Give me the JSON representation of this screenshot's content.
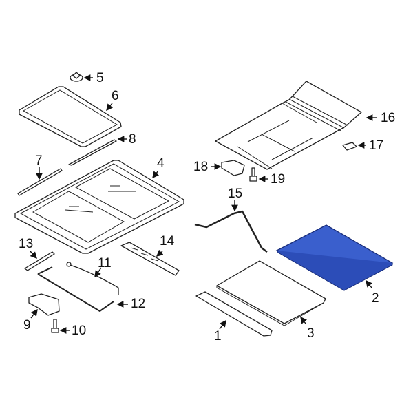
{
  "diagram": {
    "type": "exploded-parts-diagram",
    "highlight_color": "#3a5fcd",
    "highlighted_part": "2",
    "callouts": [
      {
        "id": "c1",
        "label": "1"
      },
      {
        "id": "c2",
        "label": "2"
      },
      {
        "id": "c3",
        "label": "3"
      },
      {
        "id": "c4",
        "label": "4"
      },
      {
        "id": "c5",
        "label": "5"
      },
      {
        "id": "c6",
        "label": "6"
      },
      {
        "id": "c7",
        "label": "7"
      },
      {
        "id": "c8",
        "label": "8"
      },
      {
        "id": "c9",
        "label": "9"
      },
      {
        "id": "c10",
        "label": "10"
      },
      {
        "id": "c11",
        "label": "11"
      },
      {
        "id": "c12",
        "label": "12"
      },
      {
        "id": "c13",
        "label": "13"
      },
      {
        "id": "c14",
        "label": "14"
      },
      {
        "id": "c15",
        "label": "15"
      },
      {
        "id": "c16",
        "label": "16"
      },
      {
        "id": "c17",
        "label": "17"
      },
      {
        "id": "c18",
        "label": "18"
      },
      {
        "id": "c19",
        "label": "19"
      }
    ]
  }
}
